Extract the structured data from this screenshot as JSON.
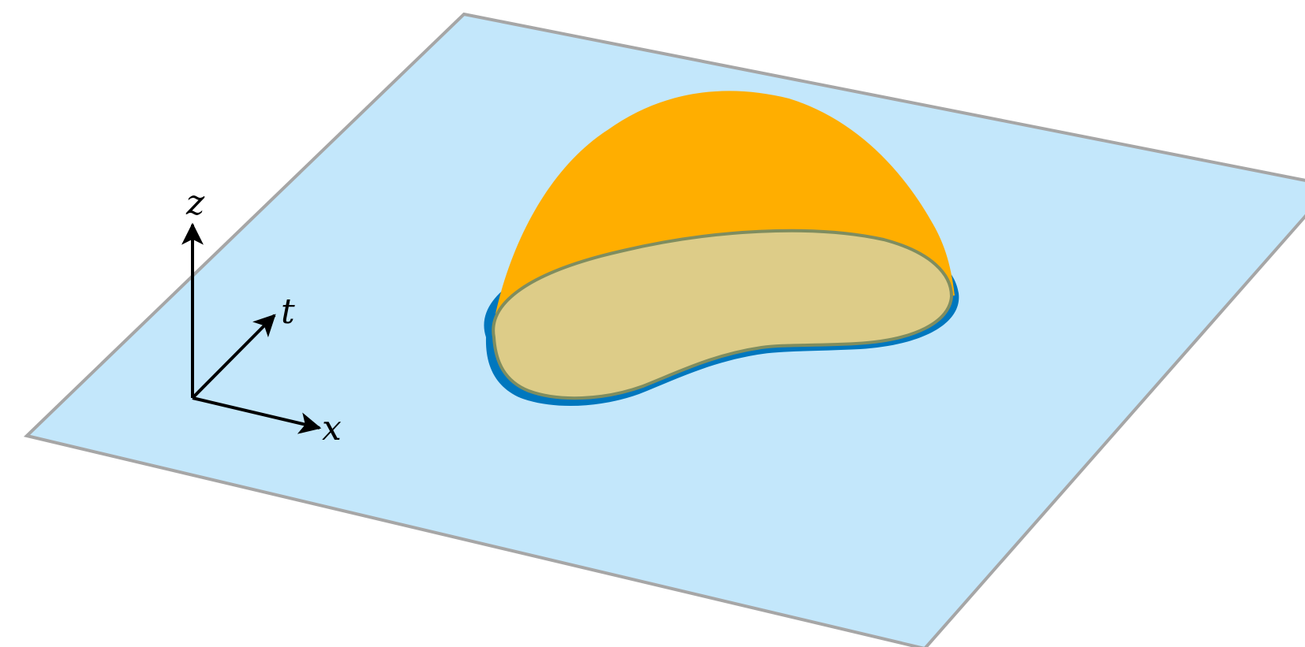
{
  "axes": {
    "z_label": "z",
    "t_label": "t",
    "x_label": "x"
  },
  "colors": {
    "background": "#ffffff",
    "plane_fill": "#c3e7fb",
    "plane_border": "#a6a6a6",
    "dome_fill": "#ffae00",
    "base_fill": "#ddcc88",
    "base_outline": "#7f8d5f",
    "contour_ring": "#0077be",
    "axis_color": "#000000"
  },
  "icons": {
    "z_axis": "arrow-up-icon",
    "t_axis": "arrow-diagonal-icon",
    "x_axis": "arrow-right-icon"
  }
}
